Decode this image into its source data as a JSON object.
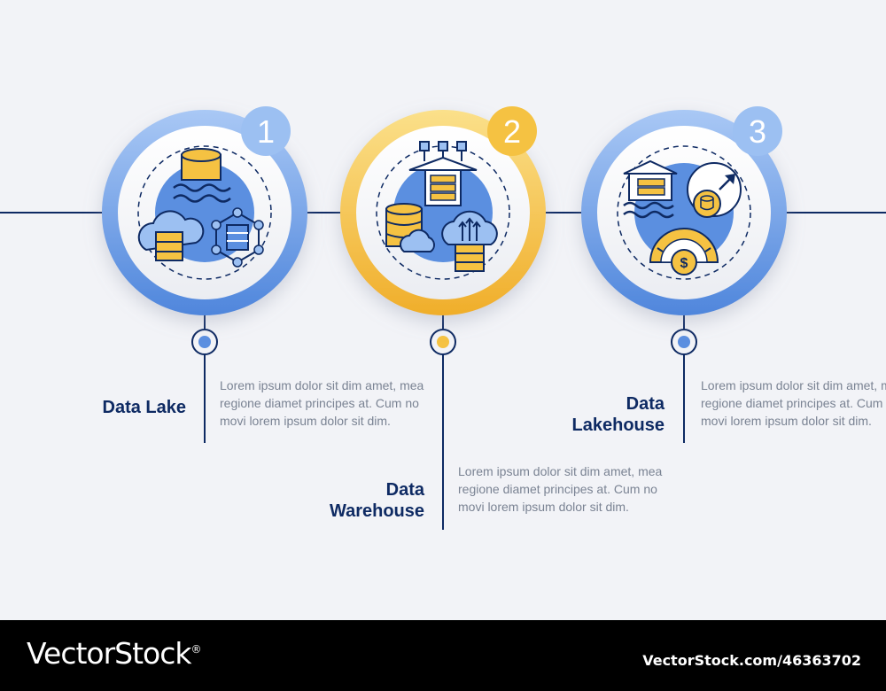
{
  "steps": [
    {
      "number": "1",
      "title_line1": "Data Lake",
      "title_line2": "",
      "description": "Lorem ipsum dolor sit dim amet, mea regione diamet principes at. Cum no movi lorem ipsum dolor sit dim."
    },
    {
      "number": "2",
      "title_line1": "Data",
      "title_line2": "Warehouse",
      "description": "Lorem ipsum dolor sit dim amet, mea regione diamet principes at. Cum no movi lorem ipsum dolor sit dim."
    },
    {
      "number": "3",
      "title_line1": "Data",
      "title_line2": "Lakehouse",
      "description": "Lorem ipsum dolor sit dim amet, mea regione diamet principes at. Cum no movi lorem ipsum dolor sit dim."
    }
  ],
  "colors": {
    "blue": "#5b8fe0",
    "blue_light": "#9cc0f2",
    "yellow": "#f5c242",
    "navy": "#0e2a63",
    "text_gray": "#7a8393"
  },
  "icons": [
    "database-lake-icon",
    "cloud-server-icon",
    "network-server-icon",
    "warehouse-server-icon",
    "cloud-upload-icon",
    "lakehouse-icon",
    "gauge-dollar-icon"
  ],
  "footer": {
    "brand": "VectorStock",
    "registered_mark": "®",
    "url": "VectorStock.com/46363702"
  }
}
